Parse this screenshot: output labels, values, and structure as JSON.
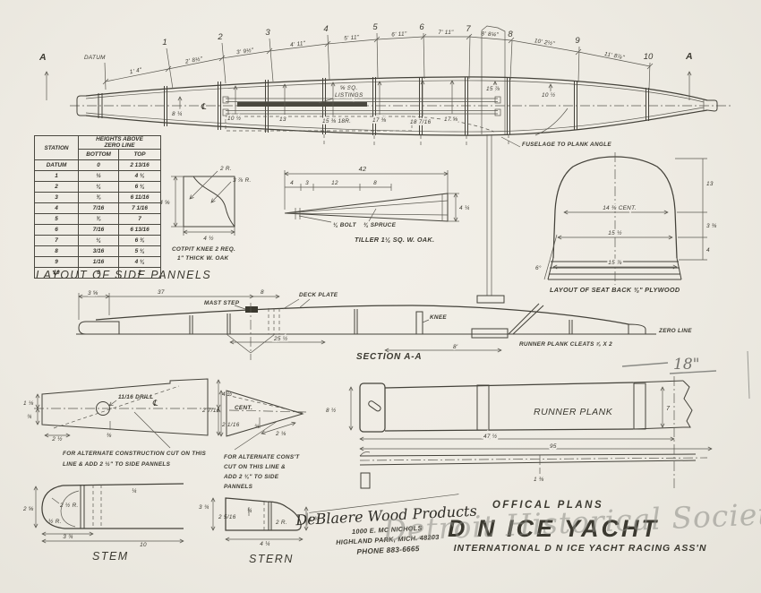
{
  "watermark": "Detroit Historical Society",
  "pencil": {
    "note": "18\""
  },
  "plan": {
    "datum": "DATUM",
    "centerline": "℄",
    "section_a": "A",
    "stations": [
      "1",
      "2",
      "3",
      "4",
      "5",
      "6",
      "7",
      "8",
      "9",
      "10"
    ],
    "chain": [
      "1' 4\"",
      "2' 8½\"",
      "3' 9½\"",
      "4' 11\"",
      "5' 11\"",
      "6' 11\"",
      "7' 11\"",
      "8' 8¼\"",
      "10' 2½\"",
      "11' 8⅞\""
    ],
    "widths": [
      "8 ¼",
      "10 ½",
      "13",
      "15 ⅜  18R.",
      "17 ⅜",
      "18 7/16",
      "17 ⅝",
      "15 ⅞",
      "10 ½"
    ],
    "listings1": "⅝ SQ.",
    "listings2": "LISTINGS",
    "fuselage_note": "FUSELAGE TO PLANK ANGLE"
  },
  "table": {
    "caption": "LAYOUT OF SIDE PANNELS",
    "station": "STATION",
    "heights1": "HEIGHTS ABOVE",
    "heights2": "ZERO LINE",
    "bottom": "BOTTOM",
    "top": "TOP",
    "rows": [
      {
        "s": "DATUM",
        "b": "0",
        "t": "2 13/16"
      },
      {
        "s": "1",
        "b": "½",
        "t": "4 ⅛"
      },
      {
        "s": "2",
        "b": "¼",
        "t": "6 ¼"
      },
      {
        "s": "3",
        "b": "⅜",
        "t": "6 11/16"
      },
      {
        "s": "4",
        "b": "7/16",
        "t": "7 1/16"
      },
      {
        "s": "5",
        "b": "⅜",
        "t": "7"
      },
      {
        "s": "6",
        "b": "7/16",
        "t": "6 13/16"
      },
      {
        "s": "7",
        "b": "¼",
        "t": "6 ⅜"
      },
      {
        "s": "8",
        "b": "3/16",
        "t": "5 ¼"
      },
      {
        "s": "9",
        "b": "1/16",
        "t": "4 ¼"
      },
      {
        "s": "10",
        "b": "0",
        "t": "2"
      }
    ]
  },
  "knee": {
    "r1": "2 R.",
    "r2": "3 ⅞ R.",
    "h": "4 ⅝",
    "w": "4 ½",
    "cap1": "COTPIT KNEE 2 REQ.",
    "cap2": "1\" THICK W. OAK"
  },
  "tiller": {
    "len": "42",
    "d1": "4",
    "d2": "3",
    "d3": "12",
    "d4": "8",
    "h": "4 ¼",
    "bolt": "¼ BOLT",
    "spruce": "¾ SPRUCE",
    "cap": "TILLER 1¼ SQ. W. OAK."
  },
  "seat": {
    "w1": "14 ⅜ CENT.",
    "w2": "15 ½",
    "w3": "15 ⅞",
    "h": "13",
    "d1": "3 ⅜",
    "d2": "4",
    "angle": "6°",
    "cap": "LAYOUT OF SEAT BACK ⅜\" PLYWOOD"
  },
  "section": {
    "cap": "SECTION A-A",
    "mast_step": "MAST STEP",
    "deck_plate": "DECK PLATE",
    "knee": "KNEE",
    "zero": "ZERO LINE",
    "cleats": "RUNNER PLANK CLEATS ⅞ X 2",
    "d1": "3 ⅝",
    "d2": "37",
    "d3": "8",
    "d4": "25 ½",
    "d5": "8'"
  },
  "panel": {
    "drill": "11/16 DRILL",
    "cl": "℄",
    "d1": "1 ⅛",
    "d2": "¾",
    "d3": "2 ½",
    "d4": "4 ½",
    "d5": "2 1/16",
    "d6": "⅜",
    "note1": "FOR ALTERNATE CONSTRUCTION CUT ON THIS",
    "note2": "LINE & ADD 2 ½\" TO SIDE PANNELS"
  },
  "spanel": {
    "h": "2 7/16",
    "cent": "CENT.",
    "d1": "¾",
    "d2": "2 ⅛",
    "note1": "FOR ALTERNATE CONS'T",
    "note2": "CUT ON THIS LINE &",
    "note3": "ADD 2 ⅛\" TO SIDE",
    "note4": "PANNELS"
  },
  "stem": {
    "cap": "STEM",
    "d1": "2 ⅝",
    "d2": "2 ½ R.",
    "d3": "½ R.",
    "d4": "3 ¾",
    "d5": "10",
    "d6": "¼"
  },
  "stern": {
    "cap": "STERN",
    "d1": "3 ¾",
    "d2": "2 5/16",
    "d3": "¼",
    "d4": "2 R.",
    "d5": "1 ¾",
    "d6": "4 ¼"
  },
  "plank": {
    "label": "RUNNER PLANK",
    "d1": "7",
    "d2": "47 ½",
    "d3": "95",
    "d4": "1 ⅜",
    "d5": "8 ½"
  },
  "maker": {
    "name": "DeBlaere Wood Products",
    "addr1": "1000 E. MC NICHOLS",
    "addr2": "HIGHLAND PARK, MICH. 48203",
    "phone": "PHONE 883-6665"
  },
  "title": {
    "line1": "OFFICAL PLANS",
    "line2": "D N ICE YACHT",
    "line3": "INTERNATIONAL D N ICE YACHT RACING ASS'N"
  }
}
